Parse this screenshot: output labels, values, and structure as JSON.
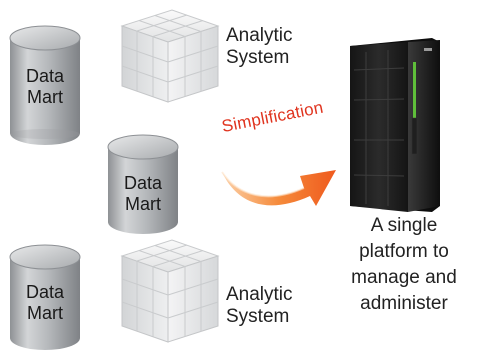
{
  "data_marts": [
    {
      "line1": "Data",
      "line2": "Mart"
    },
    {
      "line1": "Data",
      "line2": "Mart"
    },
    {
      "line1": "Data",
      "line2": "Mart"
    }
  ],
  "analytic_systems": [
    {
      "line1": "Analytic",
      "line2": "System"
    },
    {
      "line1": "Analytic",
      "line2": "System"
    }
  ],
  "arrow_label": "Simplification",
  "platform_caption": {
    "line1": "A single",
    "line2": "platform to",
    "line3": "manage and",
    "line4": "administer"
  },
  "colors": {
    "cylinder": "#b9bcbf",
    "arrow": "#f26b2a",
    "arrow_label": "#e0341f",
    "server": "#1c1c1c",
    "server_led": "#5fbf3a"
  }
}
